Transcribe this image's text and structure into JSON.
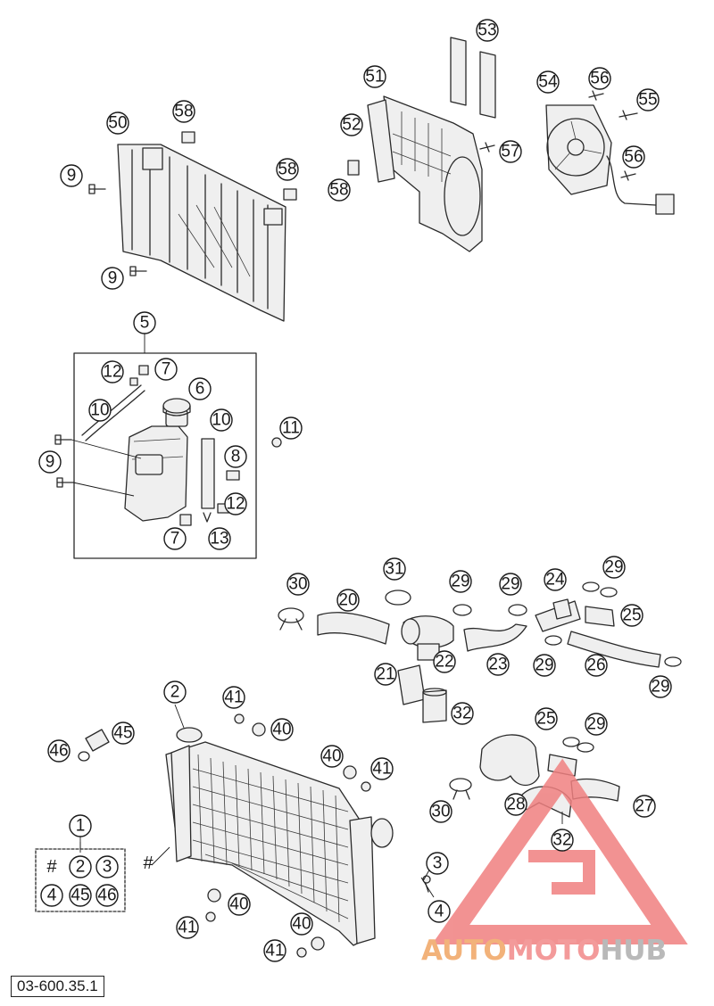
{
  "document_id": "03-600.35.1",
  "hash_symbol": "#",
  "watermark": {
    "part1": "AUTO",
    "part2": "MOTO",
    "part3": "HUB",
    "colors": {
      "part1": "#f2b27a",
      "part2": "#f39a9a",
      "part3": "#b9b9b9",
      "logo": "#f08080"
    }
  },
  "callouts": {
    "c50": "50",
    "c58a": "58",
    "c58b": "58",
    "c9a": "9",
    "c9b": "9",
    "c53": "53",
    "c51": "51",
    "c52": "52",
    "c58c": "58",
    "c57": "57",
    "c54": "54",
    "c56a": "56",
    "c55": "55",
    "c56b": "56",
    "c5": "5",
    "c12a": "12",
    "c7a": "7",
    "c6": "6",
    "c10a": "10",
    "c10b": "10",
    "c11": "11",
    "c9c": "9",
    "c8": "8",
    "c12b": "12",
    "c7b": "7",
    "c13": "13",
    "c30a": "30",
    "c31": "31",
    "c29a": "29",
    "c29b": "29",
    "c24": "24",
    "c29c": "29",
    "c20": "20",
    "c25a": "25",
    "c22": "22",
    "c21": "21",
    "c23": "23",
    "c29d": "29",
    "c26": "26",
    "c29e": "29",
    "c32a": "32",
    "c2": "2",
    "c41a": "41",
    "c40a": "40",
    "c46": "46",
    "c45a": "45",
    "c40b": "40",
    "c41b": "41",
    "c25b": "25",
    "c29f": "29",
    "c1": "1",
    "c3a": "3",
    "c3b": "3",
    "c30b": "30",
    "c28": "28",
    "c27": "27",
    "c32b": "32",
    "c4a": "4",
    "c45b": "45",
    "c46b": "46",
    "c4b": "4",
    "c40c": "40",
    "c41c": "41",
    "c40d": "40",
    "c41d": "41"
  }
}
